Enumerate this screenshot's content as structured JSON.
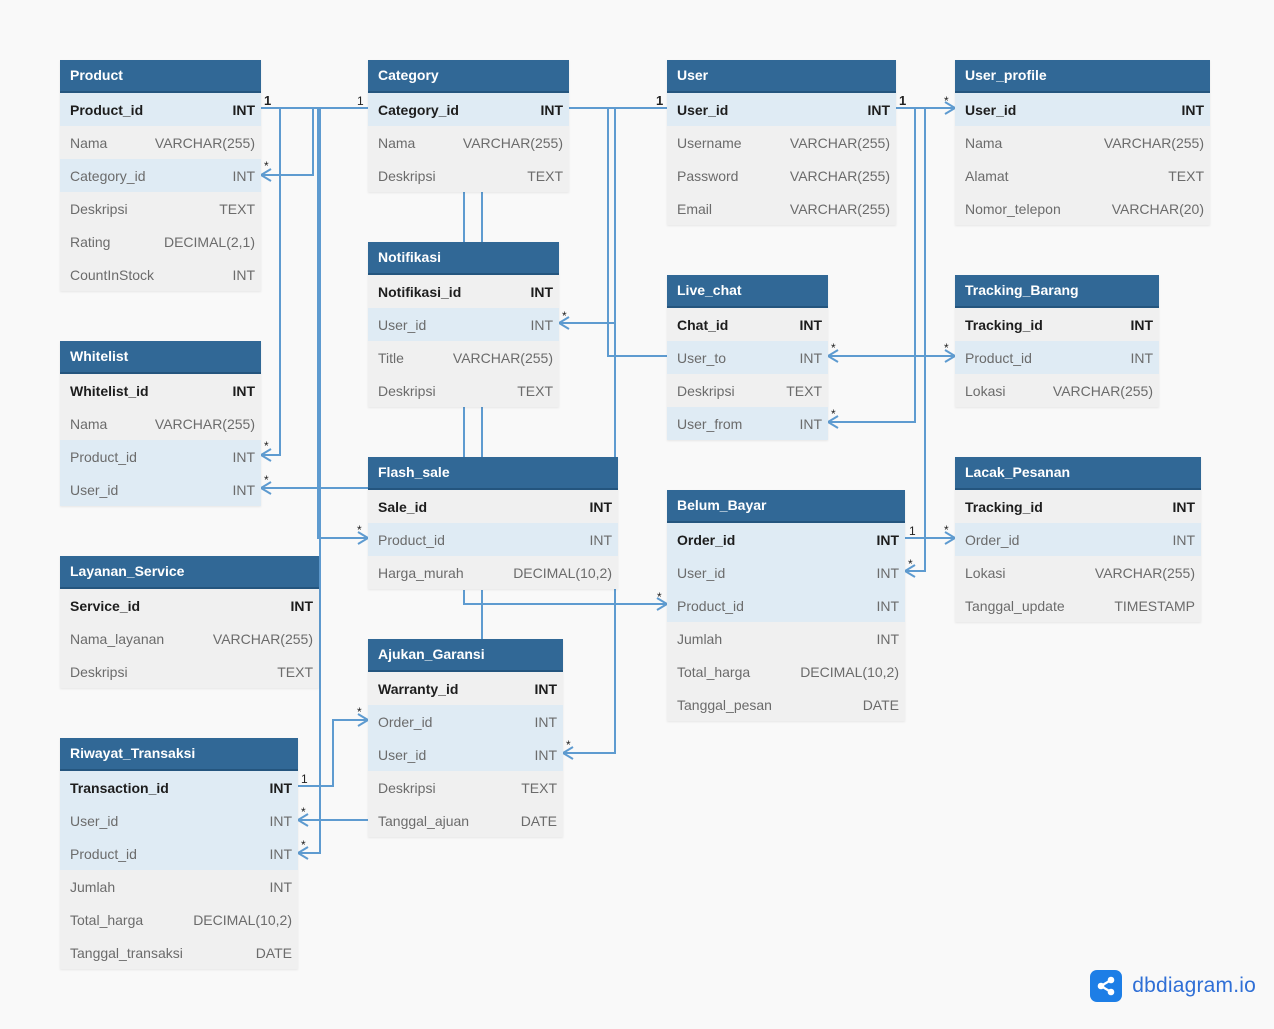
{
  "colors": {
    "header": "#316896",
    "row": "#f0f0f0",
    "row_highlight": "#dfebf4",
    "link": "#5e9bd0",
    "brand": "#1d7ee6"
  },
  "brand": {
    "name": "dbdiagram.io",
    "icon": "share-nodes-icon"
  },
  "tables": {
    "product": {
      "title": "Product",
      "rows": [
        {
          "name": "Product_id",
          "type": "INT"
        },
        {
          "name": "Nama",
          "type": "VARCHAR(255)"
        },
        {
          "name": "Category_id",
          "type": "INT"
        },
        {
          "name": "Deskripsi",
          "type": "TEXT"
        },
        {
          "name": "Rating",
          "type": "DECIMAL(2,1)"
        },
        {
          "name": "CountInStock",
          "type": "INT"
        }
      ]
    },
    "category": {
      "title": "Category",
      "rows": [
        {
          "name": "Category_id",
          "type": "INT"
        },
        {
          "name": "Nama",
          "type": "VARCHAR(255)"
        },
        {
          "name": "Deskripsi",
          "type": "TEXT"
        }
      ]
    },
    "user": {
      "title": "User",
      "rows": [
        {
          "name": "User_id",
          "type": "INT"
        },
        {
          "name": "Username",
          "type": "VARCHAR(255)"
        },
        {
          "name": "Password",
          "type": "VARCHAR(255)"
        },
        {
          "name": "Email",
          "type": "VARCHAR(255)"
        }
      ]
    },
    "user_profile": {
      "title": "User_profile",
      "rows": [
        {
          "name": "User_id",
          "type": "INT"
        },
        {
          "name": "Nama",
          "type": "VARCHAR(255)"
        },
        {
          "name": "Alamat",
          "type": "TEXT"
        },
        {
          "name": "Nomor_telepon",
          "type": "VARCHAR(20)"
        }
      ]
    },
    "notifikasi": {
      "title": "Notifikasi",
      "rows": [
        {
          "name": "Notifikasi_id",
          "type": "INT"
        },
        {
          "name": "User_id",
          "type": "INT"
        },
        {
          "name": "Title",
          "type": "VARCHAR(255)"
        },
        {
          "name": "Deskripsi",
          "type": "TEXT"
        }
      ]
    },
    "live_chat": {
      "title": "Live_chat",
      "rows": [
        {
          "name": "Chat_id",
          "type": "INT"
        },
        {
          "name": "User_to",
          "type": "INT"
        },
        {
          "name": "Deskripsi",
          "type": "TEXT"
        },
        {
          "name": "User_from",
          "type": "INT"
        }
      ]
    },
    "tracking_barang": {
      "title": "Tracking_Barang",
      "rows": [
        {
          "name": "Tracking_id",
          "type": "INT"
        },
        {
          "name": "Product_id",
          "type": "INT"
        },
        {
          "name": "Lokasi",
          "type": "VARCHAR(255)"
        }
      ]
    },
    "whitelist": {
      "title": "Whitelist",
      "rows": [
        {
          "name": "Whitelist_id",
          "type": "INT"
        },
        {
          "name": "Nama",
          "type": "VARCHAR(255)"
        },
        {
          "name": "Product_id",
          "type": "INT"
        },
        {
          "name": "User_id",
          "type": "INT"
        }
      ]
    },
    "flash_sale": {
      "title": "Flash_sale",
      "rows": [
        {
          "name": "Sale_id",
          "type": "INT"
        },
        {
          "name": "Product_id",
          "type": "INT"
        },
        {
          "name": "Harga_murah",
          "type": "DECIMAL(10,2)"
        }
      ]
    },
    "belum_bayar": {
      "title": "Belum_Bayar",
      "rows": [
        {
          "name": "Order_id",
          "type": "INT"
        },
        {
          "name": "User_id",
          "type": "INT"
        },
        {
          "name": "Product_id",
          "type": "INT"
        },
        {
          "name": "Jumlah",
          "type": "INT"
        },
        {
          "name": "Total_harga",
          "type": "DECIMAL(10,2)"
        },
        {
          "name": "Tanggal_pesan",
          "type": "DATE"
        }
      ]
    },
    "lacak_pesanan": {
      "title": "Lacak_Pesanan",
      "rows": [
        {
          "name": "Tracking_id",
          "type": "INT"
        },
        {
          "name": "Order_id",
          "type": "INT"
        },
        {
          "name": "Lokasi",
          "type": "VARCHAR(255)"
        },
        {
          "name": "Tanggal_update",
          "type": "TIMESTAMP"
        }
      ]
    },
    "layanan_service": {
      "title": "Layanan_Service",
      "rows": [
        {
          "name": "Service_id",
          "type": "INT"
        },
        {
          "name": "Nama_layanan",
          "type": "VARCHAR(255)"
        },
        {
          "name": "Deskripsi",
          "type": "TEXT"
        }
      ]
    },
    "ajukan_garansi": {
      "title": "Ajukan_Garansi",
      "rows": [
        {
          "name": "Warranty_id",
          "type": "INT"
        },
        {
          "name": "Order_id",
          "type": "INT"
        },
        {
          "name": "User_id",
          "type": "INT"
        },
        {
          "name": "Deskripsi",
          "type": "TEXT"
        },
        {
          "name": "Tanggal_ajuan",
          "type": "DATE"
        }
      ]
    },
    "riwayat_transaksi": {
      "title": "Riwayat_Transaksi",
      "rows": [
        {
          "name": "Transaction_id",
          "type": "INT"
        },
        {
          "name": "User_id",
          "type": "INT"
        },
        {
          "name": "Product_id",
          "type": "INT"
        },
        {
          "name": "Jumlah",
          "type": "INT"
        },
        {
          "name": "Total_harga",
          "type": "DECIMAL(10,2)"
        },
        {
          "name": "Tanggal_transaksi",
          "type": "DATE"
        }
      ]
    }
  },
  "cardinality": {
    "one": "1",
    "many": "*"
  }
}
